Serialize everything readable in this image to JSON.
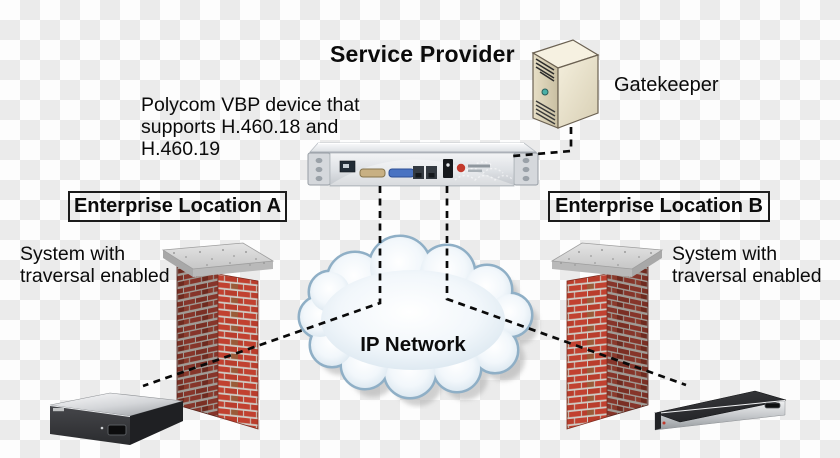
{
  "labels": {
    "title": "Service Provider",
    "gatekeeper": "Gatekeeper",
    "vbp_label": [
      "Polycom VBP device that",
      "supports H.460.18 and",
      "H.460.19"
    ],
    "location_a": "Enterprise Location A",
    "location_b": "Enterprise Location B",
    "system_label": [
      "System with",
      "traversal enabled"
    ],
    "ip_network": "IP Network"
  },
  "icons": {
    "gatekeeper": "server-tower-icon",
    "vbp_device": "rack-appliance-icon",
    "firewall_left": "brick-wall-icon",
    "firewall_right": "brick-wall-icon",
    "endpoint_left": "video-codec-icon",
    "endpoint_right": "video-codec-icon",
    "network": "cloud-icon",
    "connections": "dashed-line-icon"
  },
  "colors": {
    "checker_light": "#fdfdfd",
    "checker_dark": "#ebebeb",
    "text": "#0b0b0b",
    "dashed_line": "#0a0a0a",
    "brick_bright": "#c14130",
    "brick_dark": "#86352a",
    "wall_cap": "#d9d9d9",
    "cloud_fill": "#eef5fa",
    "cloud_stroke": "#8fafc6",
    "tower_beige": "#e8e0c6",
    "appliance_gray": "#d9dce0",
    "endpoint_dark": "#2d2e31"
  }
}
